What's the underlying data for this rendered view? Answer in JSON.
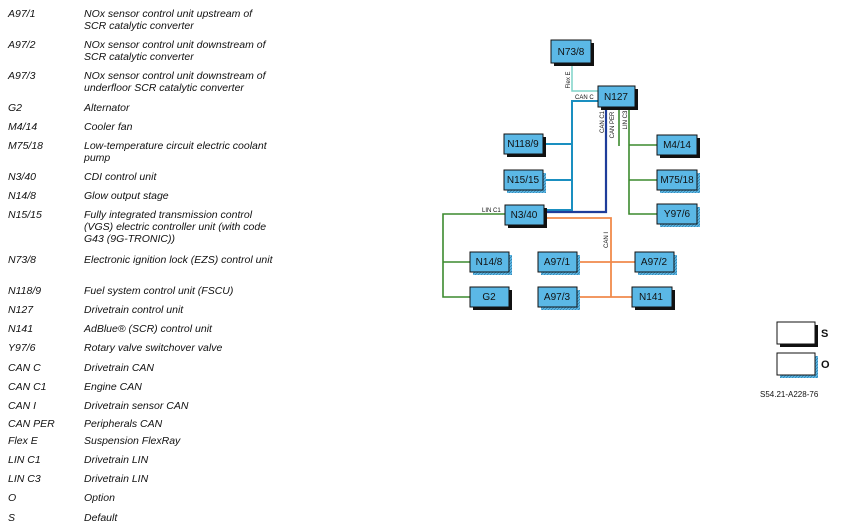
{
  "legend": [
    {
      "code": "A97/1",
      "desc": "NOx sensor control unit upstream of SCR catalytic converter"
    },
    {
      "code": "A97/2",
      "desc": "NOx sensor control unit downstream of SCR catalytic converter"
    },
    {
      "code": "A97/3",
      "desc": "NOx sensor control unit downstream of underfloor SCR catalytic converter"
    },
    {
      "code": "G2",
      "desc": "Alternator"
    },
    {
      "code": "M4/14",
      "desc": "Cooler fan"
    },
    {
      "code": "M75/18",
      "desc": "Low-temperature circuit electric coolant pump"
    },
    {
      "code": "N3/40",
      "desc": "CDI control unit"
    },
    {
      "code": "N14/8",
      "desc": "Glow output stage"
    },
    {
      "code": "N15/15",
      "desc": "Fully integrated transmission control (VGS) electric controller unit (with code G43 (9G-TRONIC))"
    },
    {
      "code": "N73/8",
      "desc": "Electronic ignition lock (EZS) control unit"
    },
    {
      "code": "N118/9",
      "desc": "Fuel system control unit (FSCU)"
    },
    {
      "code": "N127",
      "desc": "Drivetrain control unit"
    },
    {
      "code": "N141",
      "desc": "AdBlue® (SCR) control unit"
    },
    {
      "code": "Y97/6",
      "desc": "Rotary valve switchover valve"
    },
    {
      "code": "CAN C",
      "desc": "Drivetrain CAN"
    },
    {
      "code": "CAN C1",
      "desc": "Engine CAN"
    },
    {
      "code": "CAN I",
      "desc": "Drivetrain sensor CAN"
    },
    {
      "code": "CAN PER",
      "desc": "Peripherals CAN"
    },
    {
      "code": "Flex E",
      "desc": "Suspension FlexRay"
    },
    {
      "code": "LIN C1",
      "desc": "Drivetrain LIN"
    },
    {
      "code": "LIN C3",
      "desc": "Drivetrain LIN"
    },
    {
      "code": "O",
      "desc": "Option"
    },
    {
      "code": "S",
      "desc": "Default"
    }
  ],
  "diagram": {
    "nodes": {
      "n73_8": "N73/8",
      "n127": "N127",
      "n118_9": "N118/9",
      "n15_15": "N15/15",
      "n3_40": "N3/40",
      "m4_14": "M4/14",
      "m75_18": "M75/18",
      "y97_6": "Y97/6",
      "n14_8": "N14/8",
      "g2": "G2",
      "a97_1": "A97/1",
      "a97_2": "A97/2",
      "a97_3": "A97/3",
      "n141": "N141"
    },
    "buses": {
      "flex_e": "Flex E",
      "can_c": "CAN C",
      "can_c1": "CAN C1",
      "can_per": "CAN PER",
      "lin_c3": "LIN C3",
      "lin_c1": "LIN C1",
      "can_i": "CAN I"
    },
    "key": {
      "standard": "S",
      "option": "O"
    },
    "reference": "S54.21-A228-76"
  },
  "colors": {
    "box_fill": "#5bb8e6",
    "can_c": "#1a8fc0",
    "can_c1": "#1a8fc0",
    "can_per": "#1f3d9a",
    "lin_c3": "#3c8a2e",
    "lin_c1": "#3c8a2e",
    "can_i": "#f08a4b",
    "flex_e": "#7fd3c8"
  }
}
